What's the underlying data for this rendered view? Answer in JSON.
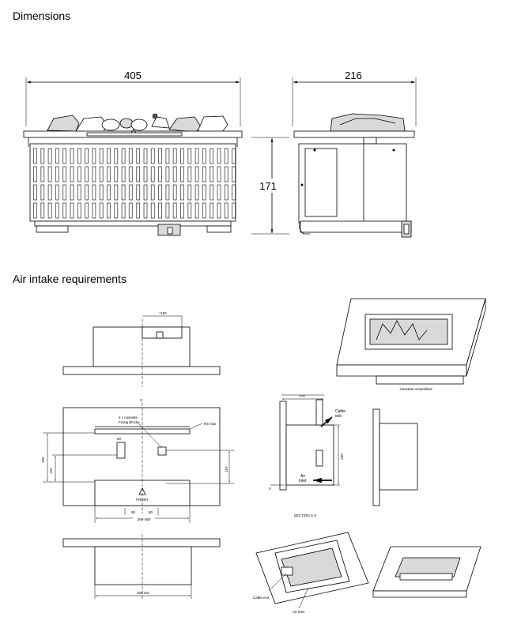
{
  "sections": {
    "dimensions_title": "Dimensions",
    "air_title": "Air intake requirements"
  },
  "dims": {
    "width": "405",
    "depth": "216",
    "height": "171"
  },
  "plan_labels": {
    "top_150": "*150",
    "cassette_blocks_1": "2 x cassette",
    "cassette_blocks_2": "Fixing Blocks",
    "r4_max": "R4 max",
    "d245": "245",
    "d122": "122",
    "d157": "157",
    "d50": "50",
    "d90": "90",
    "d80": "80",
    "range": "390-450",
    "front": "FRONT",
    "x_top": "X",
    "x_bottom": "X",
    "min_400": "400 min"
  },
  "section_labels": {
    "d170": "170",
    "d235": "235",
    "cable_exit_1": "Cable",
    "cable_exit_2": "exit",
    "air_inlet_1": "Air",
    "air_inlet_2": "Inlet",
    "section_title": "SECTION X-X"
  },
  "iso_labels": {
    "assembled": "Cassette Assembled",
    "cable_exit": "Cable exit",
    "air_inlet": "Air Inlet"
  }
}
